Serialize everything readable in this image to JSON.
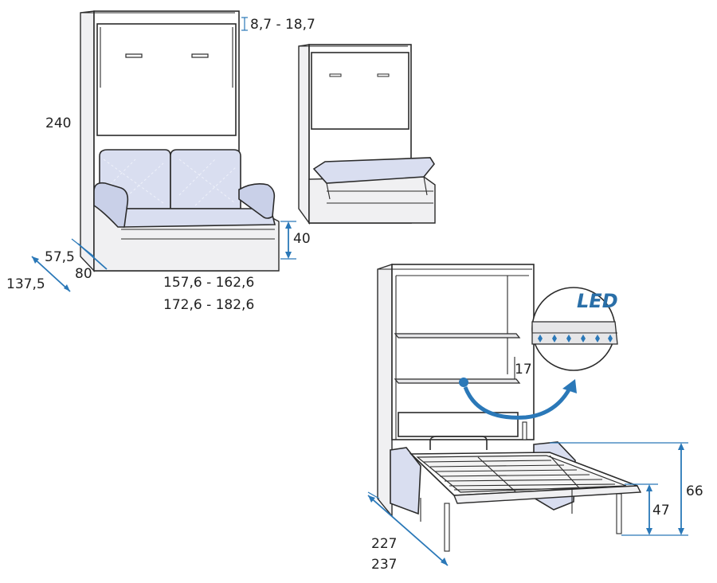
{
  "dimensions": {
    "top_gap": "8,7 - 18,7",
    "height": "240",
    "seat_height": "40",
    "depth_closed": "57,5",
    "depth_sofa": "80",
    "depth_total": "137,5",
    "width_a": "157,6 - 162,6",
    "width_b": "172,6 - 182,6",
    "shelf_gap": "17",
    "bed_length_a": "227",
    "bed_length_b": "237",
    "bed_height_high": "66",
    "bed_height_low": "47"
  },
  "led_label": "LED",
  "colors": {
    "accent": "#2a78b8",
    "sofa": "#d9def0",
    "outline": "#2b2b2b"
  }
}
